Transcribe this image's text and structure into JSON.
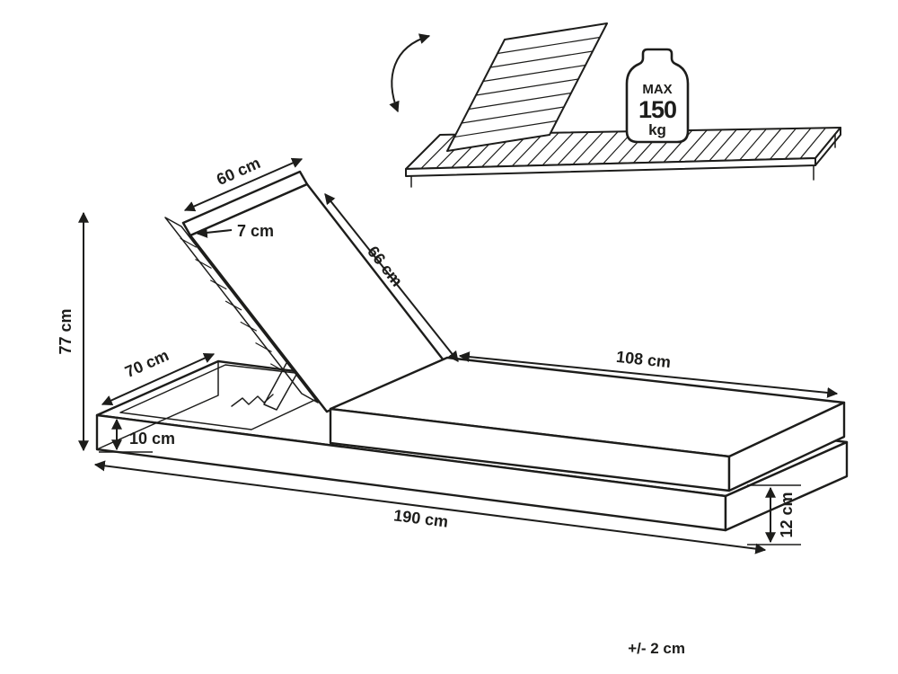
{
  "dimensions": {
    "backrest_width": "60 cm",
    "cushion_thickness": "7 cm",
    "backrest_length": "66 cm",
    "overall_height": "77 cm",
    "width_depth": "70 cm",
    "base_height": "10 cm",
    "seat_length": "108 cm",
    "overall_length": "190 cm",
    "base_side_height": "12 cm"
  },
  "inset": {
    "max_load": {
      "line1": "MAX",
      "line2": "150",
      "line3": "kg"
    }
  },
  "footer": {
    "tolerance": "+/- 2 cm"
  },
  "colors": {
    "line": "#1d1d1b",
    "background": "#ffffff"
  }
}
